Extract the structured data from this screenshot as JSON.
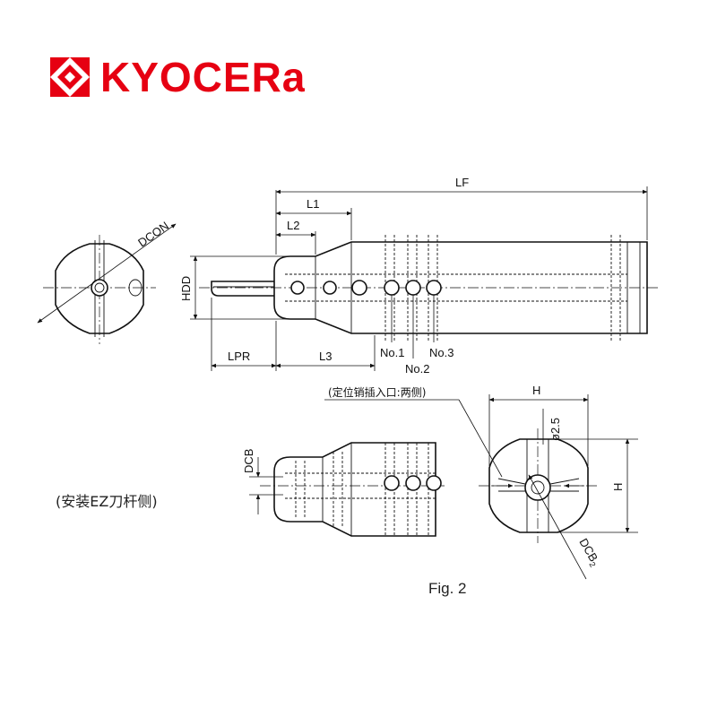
{
  "brand": {
    "name": "KYOCERA",
    "logo_text": "KYOCERa",
    "logo_color": "#e60012"
  },
  "labels": {
    "lf": "LF",
    "l1": "L1",
    "l2": "L2",
    "dcon": "DCON",
    "hdd": "HDD",
    "lpr": "LPR",
    "l3": "L3",
    "no1": "No.1",
    "no2": "No.2",
    "no3": "No.3",
    "h_top": "H",
    "h_side": "H",
    "dcb": "DCB",
    "dcb2": "DCB",
    "dcb2_sub": "2",
    "diam25": "ø2.5"
  },
  "notes": {
    "pin_hole": "(定位销插入口:两侧)",
    "ez_side": "(安装EZ刀杆侧)"
  },
  "figure_caption": "Fig. 2"
}
